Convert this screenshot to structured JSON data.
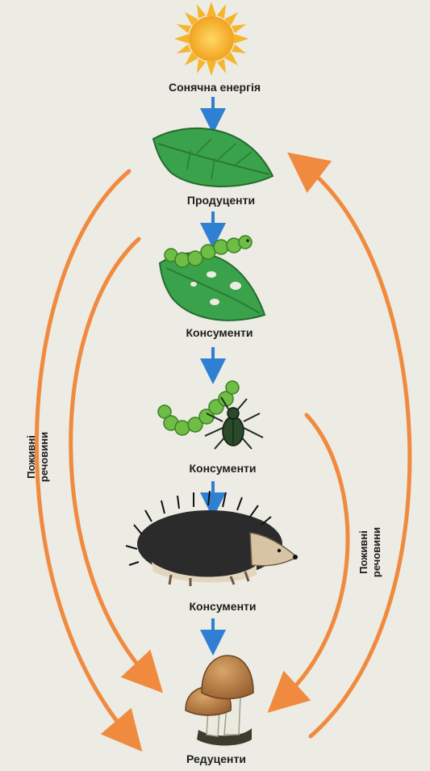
{
  "labels": {
    "sun": "Сонячна енергія",
    "producers": "Продуценти",
    "consumers_1": "Консументи",
    "consumers_2": "Консументи",
    "consumers_3": "Консументи",
    "decomposers": "Редуценти"
  },
  "side_labels": {
    "left": [
      "Поживні",
      "речовини"
    ],
    "right": [
      "Поживні",
      "речовини"
    ]
  },
  "colors": {
    "background": "#ecebe4",
    "nutrient_arrow": "#f08a3e",
    "energy_arrow": "#2f7fd3",
    "leaf": "#3aa24a",
    "caterpillar": "#6ebd45",
    "sun": "#f6b52b",
    "hedgehog": "#2b2b2b",
    "mushroom": "#b4793e"
  },
  "icons": [
    "sun-icon",
    "leaf-icon",
    "caterpillar-on-leaf-icon",
    "beetle-with-caterpillar-icon",
    "hedgehog-icon",
    "mushroom-icon"
  ]
}
